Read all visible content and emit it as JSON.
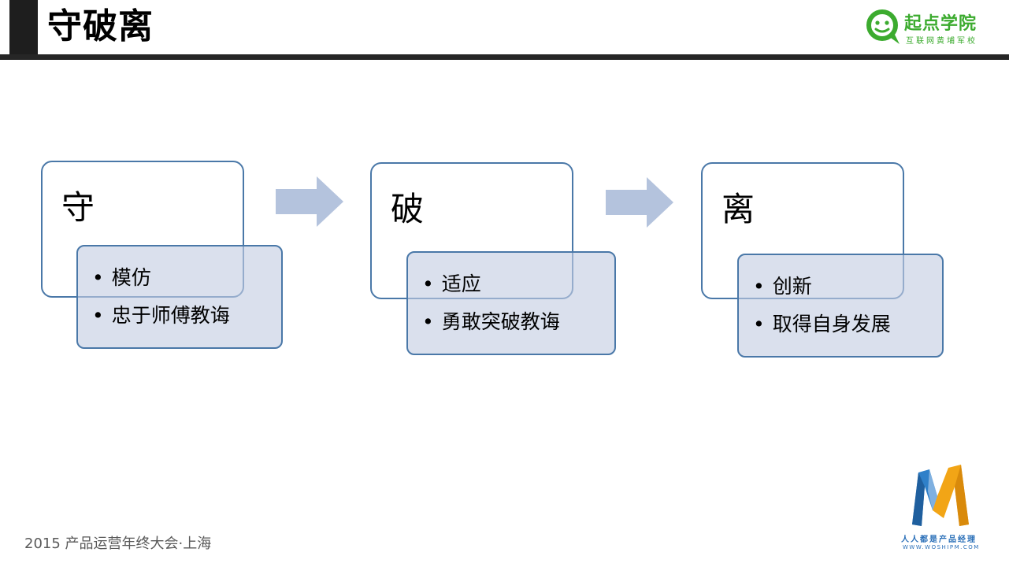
{
  "header": {
    "title": "守破离"
  },
  "brand": {
    "name": "起点学院",
    "tagline": "互联网黄埔军校"
  },
  "stages": [
    {
      "label": "守",
      "items": [
        "模仿",
        "忠于师傅教诲"
      ]
    },
    {
      "label": "破",
      "items": [
        "适应",
        "勇敢突破教诲"
      ]
    },
    {
      "label": "离",
      "items": [
        "创新",
        "取得自身发展"
      ]
    }
  ],
  "footer": {
    "event": "2015 产品运营年终大会·上海",
    "logo_cn": "人人都是产品经理",
    "logo_en": "WWW.WOSHIPM.COM"
  },
  "colors": {
    "box_border": "#4a78a8",
    "detail_fill": "#c4cde2",
    "arrow": "#b4c3dd",
    "brand_green": "#3cab2f",
    "title_bar": "#262626"
  }
}
